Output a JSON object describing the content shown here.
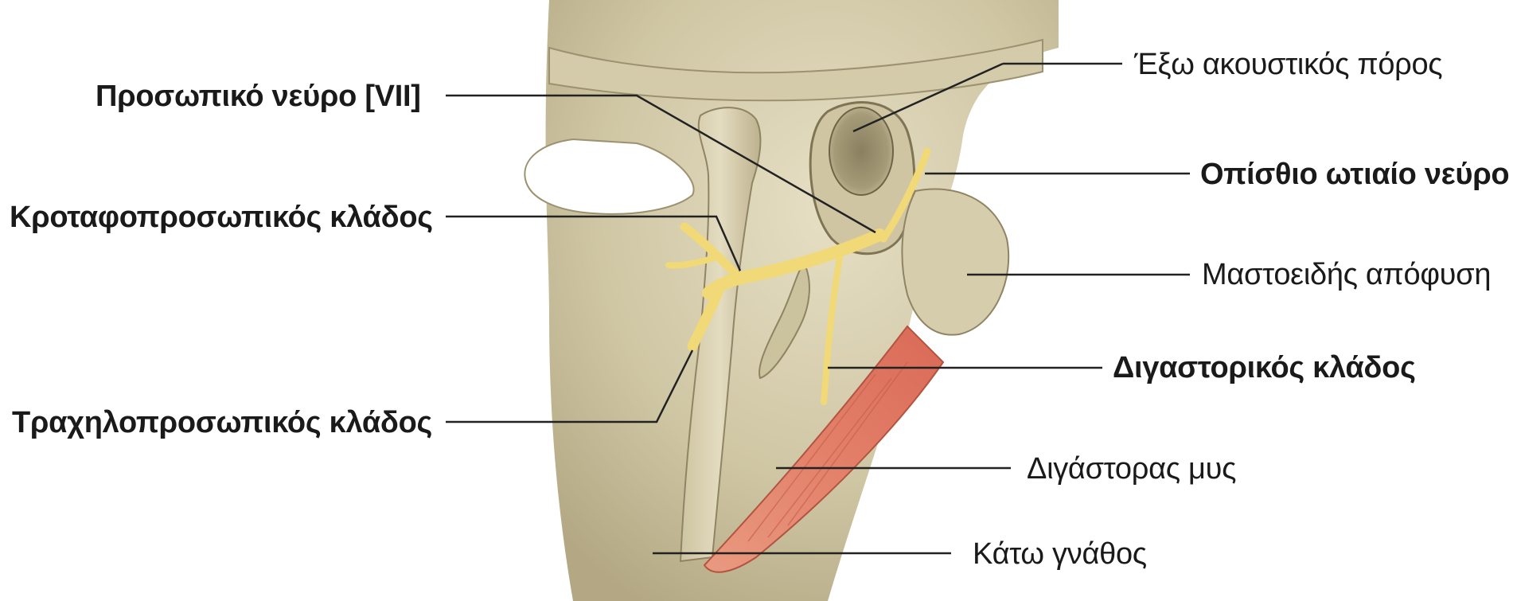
{
  "labels": {
    "facial_nerve": "Προσωπικό νεύρο [VII]",
    "temporofacial_branch": "Κροταφοπροσωπικός κλάδος",
    "cervicofacial_branch": "Τραχηλοπροσωπικός κλάδος",
    "external_acoustic_meatus": "Έξω ακουστικός πόρος",
    "posterior_auricular_nerve": "Οπίσθιο ωτιαίο νεύρο",
    "mastoid_process": "Μαστοειδής απόφυση",
    "digastric_branch": "Διγαστορικός κλάδος",
    "digastric_muscle": "Διγάστορας μυς",
    "mandible": "Κάτω γνάθος"
  },
  "colors": {
    "bone": "#d9d2b4",
    "bone_shadow": "#a79c78",
    "nerve": "#f3dc7a",
    "muscle": "#e58a72",
    "leader": "#222222"
  }
}
